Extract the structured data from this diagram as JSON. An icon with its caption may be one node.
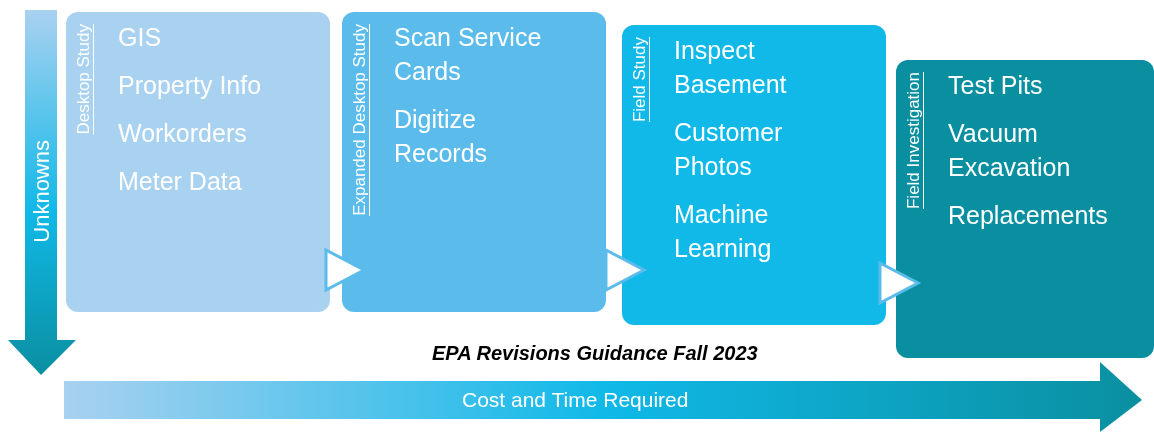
{
  "diagram": {
    "nodes": [
      {
        "text": [
          "Desktop Study",
          "GIS",
          "Property Info",
          "Workorders",
          "Meter Data"
        ]
      },
      {
        "text": [
          "Expanded Desktop Study",
          "Scan Service Cards",
          "Digitize Records"
        ]
      },
      {
        "text": [
          "Field Study",
          "Inspect Basement",
          "Customer Photos",
          "Machine Learning"
        ]
      },
      {
        "text": [
          "Field Investigation",
          "Test Pits",
          "Vacuum Excavation",
          "Replacements"
        ]
      }
    ],
    "edges": [
      {
        "from": 0,
        "to": 1,
        "arrow": "to"
      },
      {
        "from": 1,
        "to": 2,
        "arrow": "to"
      },
      {
        "from": 2,
        "to": 3,
        "arrow": "to"
      }
    ],
    "labels": [
      "Unknowns",
      "EPA Revisions Guidance Fall 2023",
      "Cost and Time Required"
    ]
  }
}
